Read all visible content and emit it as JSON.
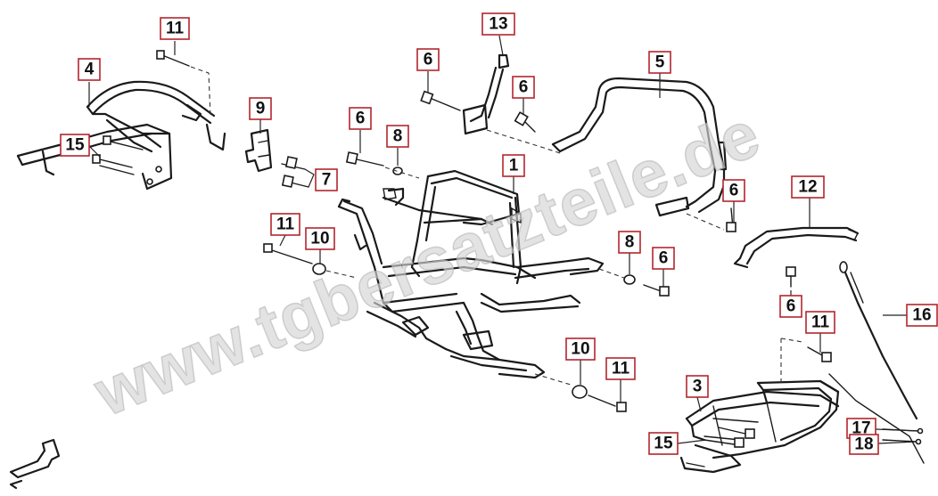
{
  "watermark": "www.tgbersatzteile.de",
  "colors": {
    "callout_border": "#b3262d",
    "line": "#1a1a1a",
    "watermark": "#d4d4d4"
  },
  "callouts": [
    {
      "id": "c1",
      "label": "11"
    },
    {
      "id": "c2",
      "label": "4"
    },
    {
      "id": "c3",
      "label": "15"
    },
    {
      "id": "c4",
      "label": "9"
    },
    {
      "id": "c5",
      "label": "7"
    },
    {
      "id": "c6",
      "label": "6"
    },
    {
      "id": "c7",
      "label": "13"
    },
    {
      "id": "c8",
      "label": "6"
    },
    {
      "id": "c9",
      "label": "6"
    },
    {
      "id": "c10",
      "label": "5"
    },
    {
      "id": "c11",
      "label": "8"
    },
    {
      "id": "c12",
      "label": "1"
    },
    {
      "id": "c13",
      "label": "6"
    },
    {
      "id": "c14",
      "label": "12"
    },
    {
      "id": "c15",
      "label": "11"
    },
    {
      "id": "c16",
      "label": "10"
    },
    {
      "id": "c17",
      "label": "8"
    },
    {
      "id": "c18",
      "label": "6"
    },
    {
      "id": "c19",
      "label": "6"
    },
    {
      "id": "c20",
      "label": "16"
    },
    {
      "id": "c21",
      "label": "11"
    },
    {
      "id": "c22",
      "label": "10"
    },
    {
      "id": "c23",
      "label": "11"
    },
    {
      "id": "c24",
      "label": "3"
    },
    {
      "id": "c25",
      "label": "15"
    },
    {
      "id": "c26",
      "label": "17"
    },
    {
      "id": "c27",
      "label": "18"
    }
  ]
}
